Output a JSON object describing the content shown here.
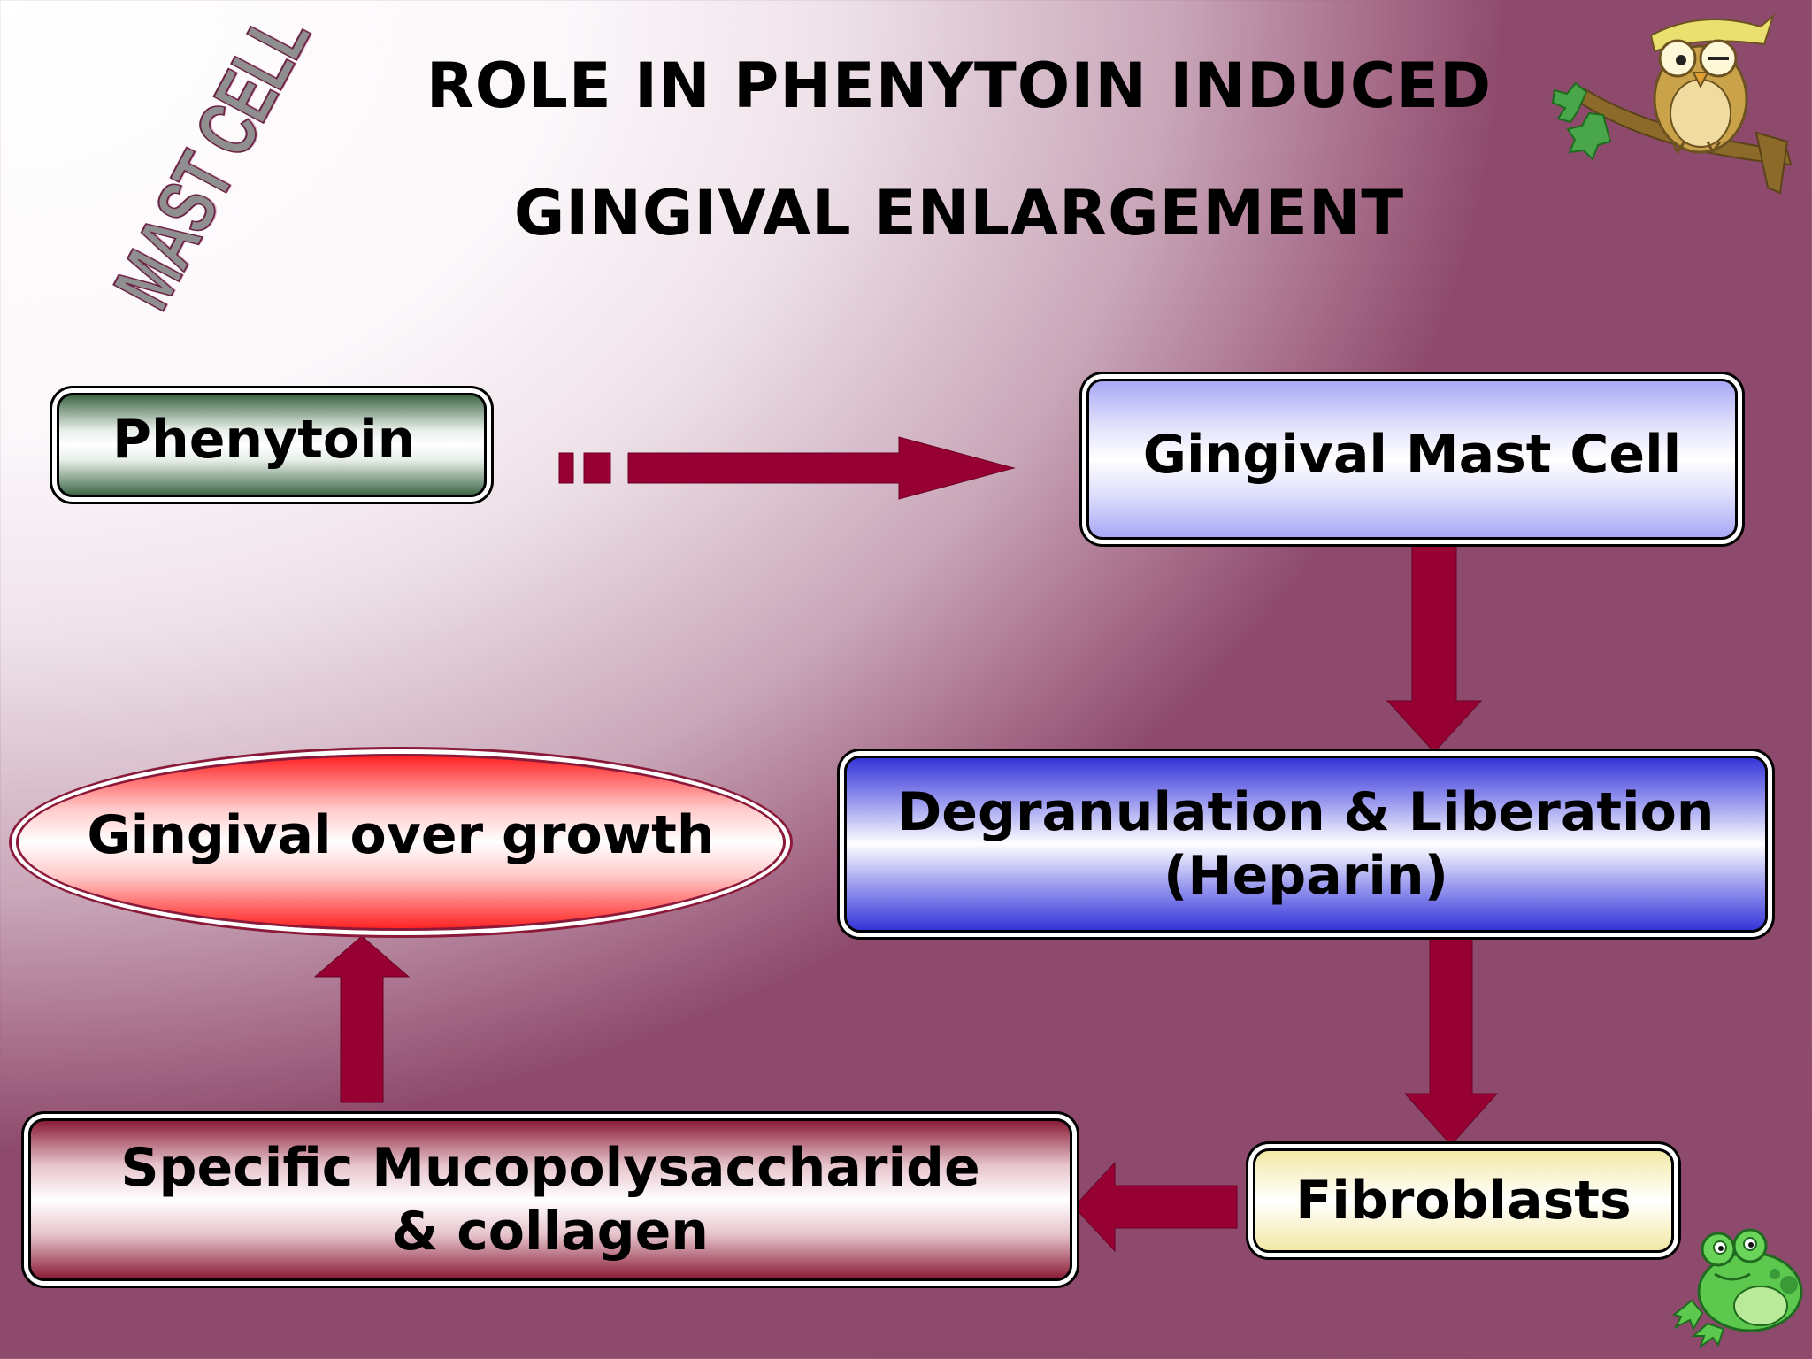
{
  "title": {
    "line1": "ROLE IN PHENYTOIN INDUCED",
    "line2": "GINGIVAL ENLARGEMENT"
  },
  "watermark": "MAST CELL",
  "nodes": {
    "phenytoin": "Phenytoin",
    "gingival_mast_cell": "Gingival Mast Cell",
    "degranulation": {
      "line1": "Degranulation & Liberation",
      "line2": "(Heparin)"
    },
    "fibroblasts": "Fibroblasts",
    "mucopolysaccharide": {
      "line1": "Specific Mucopolysaccharide",
      "line2": "& collagen"
    },
    "gingival_overgrowth": "Gingival over growth"
  },
  "decorations": [
    "owl-on-branch-clipart",
    "frog-clipart"
  ],
  "colors": {
    "arrow": "#960032",
    "title": "#000000"
  }
}
